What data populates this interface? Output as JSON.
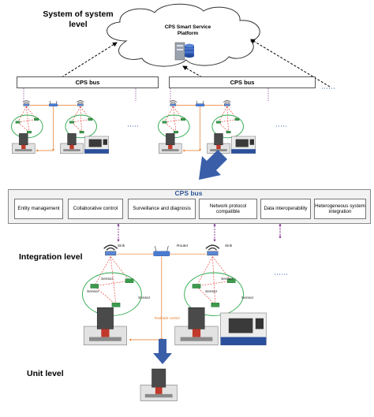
{
  "levels": {
    "system": "System of system level",
    "integration": "Integration level",
    "unit": "Unit level"
  },
  "platform": {
    "label_line1": "CPS Smart Service",
    "label_line2": "Platform"
  },
  "top_buses": [
    "CPS bus",
    "CPS bus"
  ],
  "cps_bus": {
    "title": "CPS bus",
    "functions": [
      "Entity management",
      "Collaborative control",
      "Surveillance and diagnosis",
      "Network protocol compatible",
      "Data interoperability",
      "Heterogeneous system integration"
    ]
  },
  "network": {
    "sink": "Sink",
    "router": "Router",
    "sensor": "Sensor",
    "feedback": "feedback control"
  },
  "colors": {
    "arrow_blue": "#3a5ea8",
    "cloud_edge": "#333333",
    "bus_title": "#2f5597",
    "link_red": "#e0302a",
    "link_green": "#2aa84a",
    "link_orange": "#e87722",
    "machine_blue": "#2a4f9c"
  },
  "icons": [
    "server-icon",
    "wifi-icon",
    "router-icon",
    "sensor-icon",
    "cnc-machine-icon"
  ]
}
